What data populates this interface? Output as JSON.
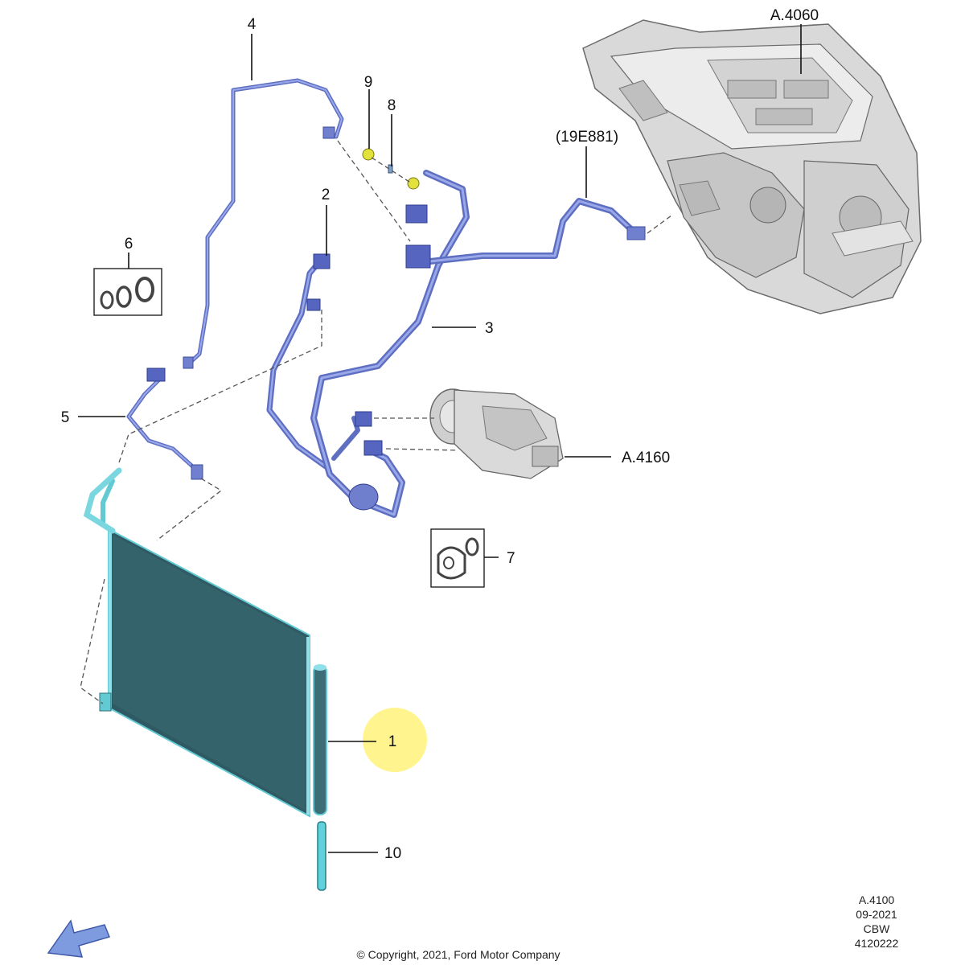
{
  "callouts": {
    "c1": "1",
    "c2": "2",
    "c3": "3",
    "c4": "4",
    "c5": "5",
    "c6": "6",
    "c7": "7",
    "c8": "8",
    "c9": "9",
    "c10": "10",
    "a4060": "A.4060",
    "a4160": "A.4160",
    "p19e881": "(19E881)"
  },
  "footer": {
    "copyright": "© Copyright, 2021, Ford Motor Company",
    "ref_code": "A.4100",
    "date": "09-2021",
    "author_code": "CBW",
    "illustration_number": "4120222"
  },
  "colors": {
    "pipe": "#5e6fc2",
    "pipe_highlight": "#9aa8ea",
    "condenser": "#2f5a63",
    "condenser_frame": "#63c9d3",
    "highlight_marker": "#fff27a",
    "nav_arrow": "#7f9be0"
  },
  "icons": {
    "nav_arrow": "direction-arrow-icon",
    "fastener_9": "nut-icon",
    "fastener_8": "stud-icon"
  }
}
